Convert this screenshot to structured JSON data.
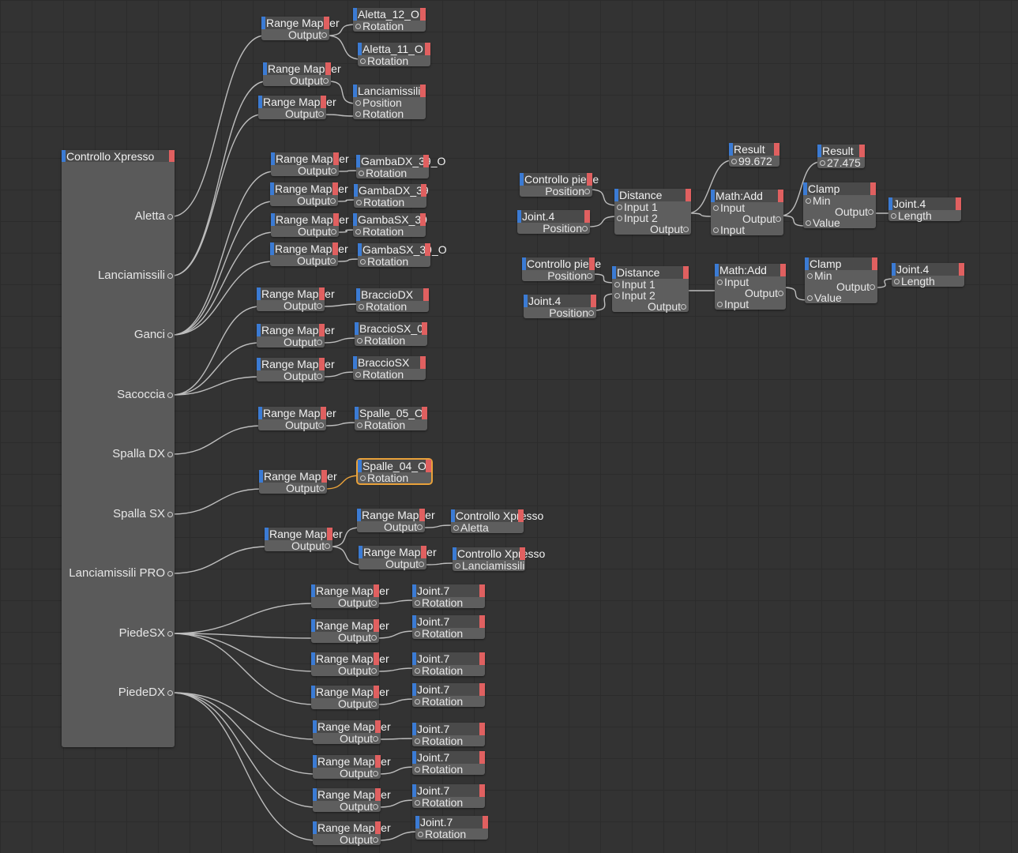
{
  "controller": {
    "title": "Controllo Xpresso",
    "ports": [
      "Aletta",
      "Lanciamissili",
      "Ganci",
      "Sacoccia",
      "Spalla DX",
      "Spalla SX",
      "Lanciamissili PRO",
      "PiedeSX",
      "PiedeDX"
    ]
  },
  "labels": {
    "range_mapper": "Range Mapper",
    "output": "Output",
    "rotation": "Rotation",
    "position": "Position",
    "input": "Input",
    "input1": "Input 1",
    "input2": "Input 2",
    "min": "Min",
    "value": "Value",
    "length": "Length",
    "result": "Result",
    "distance": "Distance",
    "math_add": "Math:Add",
    "clamp": "Clamp",
    "joint4": "Joint.4",
    "joint7": "Joint.7",
    "controllo_piede": "Controllo piede",
    "controllo_xpresso": "Controllo Xpresso",
    "aletta": "Aletta",
    "lanciamissili": "Lanciamissili"
  },
  "targets": {
    "aletta12": "Aletta_12_O",
    "aletta11": "Aletta_11_O",
    "lanciamissili": "Lanciamissili",
    "gambaDX39a": "GambaDX_39_O",
    "gambaDX39b": "GambaDX_39",
    "gambaSX39a": "GambaSX_39",
    "gambaSX39b": "GambaSX_39_O",
    "braccioDX": "BraccioDX",
    "braccioSX0": "BraccioSX_0",
    "braccioSX": "BraccioSX",
    "spalle05": "Spalle_05_O",
    "spalle04": "Spalle_04_O"
  },
  "results": {
    "result1": "99.672",
    "result2": "27.475"
  }
}
